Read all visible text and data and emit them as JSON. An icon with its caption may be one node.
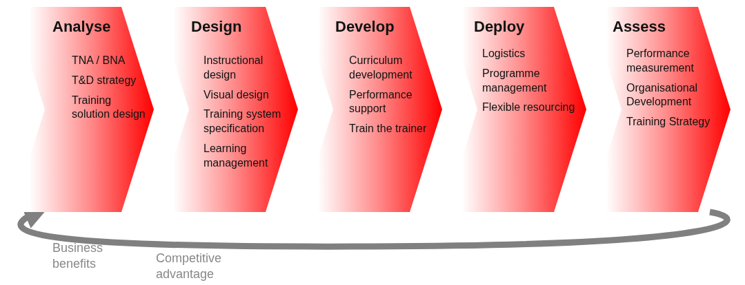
{
  "diagram": {
    "nodes": [
      {
        "text": [
          "Analyse",
          "TNA / BNA",
          "T&D strategy",
          "Training solution design"
        ]
      },
      {
        "text": [
          "Design",
          "Instructional design",
          "Visual design",
          "Training system specification",
          "Learning management"
        ]
      },
      {
        "text": [
          "Develop",
          "Curriculum development",
          "Performance support",
          "Train the trainer"
        ]
      },
      {
        "text": [
          "Deploy",
          "Logistics",
          "Programme management",
          "Flexible resourcing"
        ]
      },
      {
        "text": [
          "Assess",
          "Performance measurement",
          "Organisational Development",
          "Training Strategy"
        ]
      }
    ],
    "edges": [
      {
        "from": 4,
        "to": 0,
        "arrow": "to"
      }
    ],
    "labels": [
      "Business benefits",
      "Competitive advantage"
    ]
  }
}
